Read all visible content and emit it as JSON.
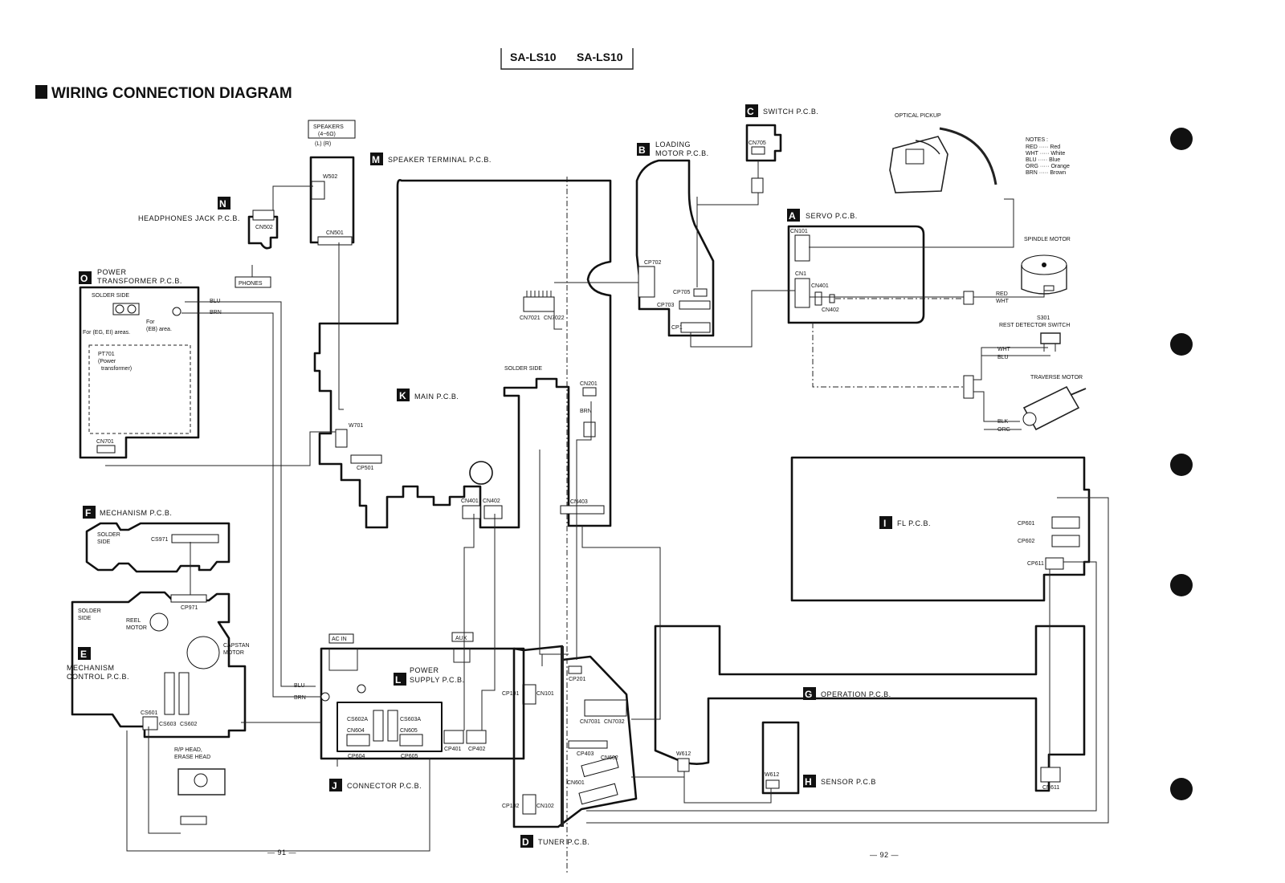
{
  "header": {
    "model_left": "SA-LS10",
    "model_right": "SA-LS10"
  },
  "title": "WIRING CONNECTION DIAGRAM",
  "notes": {
    "heading": "NOTES :",
    "items": [
      "RED ····· Red",
      "WHT ····· White",
      "BLU ····· Blue",
      "ORG ····· Orange",
      "BRN ····· Brown"
    ]
  },
  "boards": {
    "A": {
      "letter": "A",
      "name": "SERVO P.C.B."
    },
    "B": {
      "letter": "B",
      "name": "LOADING",
      "name2": "MOTOR P.C.B."
    },
    "C": {
      "letter": "C",
      "name": "SWITCH P.C.B."
    },
    "D": {
      "letter": "D",
      "name": "TUNER P.C.B."
    },
    "E": {
      "letter": "E",
      "name": "MECHANISM",
      "name2": "CONTROL P.C.B."
    },
    "F": {
      "letter": "F",
      "name": "MECHANISM P.C.B."
    },
    "G": {
      "letter": "G",
      "name": "OPERATION P.C.B."
    },
    "H": {
      "letter": "H",
      "name": "SENSOR P.C.B"
    },
    "I": {
      "letter": "I",
      "name": "FL P.C.B."
    },
    "J": {
      "letter": "J",
      "name": "CONNECTOR P.C.B."
    },
    "K": {
      "letter": "K",
      "name": "MAIN P.C.B."
    },
    "L": {
      "letter": "L",
      "name": "POWER",
      "name2": "SUPPLY P.C.B."
    },
    "M": {
      "letter": "M",
      "name": "SPEAKER TERMINAL P.C.B."
    },
    "N": {
      "letter": "N",
      "name": "HEADPHONES JACK P.C.B."
    },
    "O": {
      "letter": "O",
      "name": "POWER",
      "name2": "TRANSFORMER P.C.B."
    }
  },
  "components": {
    "optical_pickup": "OPTICAL PICKUP",
    "spindle_motor": "SPINDLE MOTOR",
    "rest_switch_ref": "S301",
    "rest_switch": "REST DETECTOR SWITCH",
    "traverse_motor": "TRAVERSE MOTOR",
    "speakers": "SPEAKERS",
    "speakers_imp": "(4~6Ω)",
    "speakers_lr": "(L)    (R)",
    "phones": "PHONES",
    "reel_motor": "REEL",
    "reel_motor2": "MOTOR",
    "capstan_motor": "CAPSTAN",
    "capstan_motor2": "MOTOR",
    "rp_head": "R/P HEAD,",
    "rp_head2": "ERASE HEAD",
    "pt701": "PT701",
    "pt701b": "(Power",
    "pt701c": "transformer)",
    "ac_in": "AC IN",
    "aux": "AUX"
  },
  "side_labels": {
    "solder_side": "SOLDER SIDE",
    "solder": "SOLDER",
    "side": "SIDE",
    "solder_side_main": "SOLDER    SIDE",
    "for_eg_ei": "For (EG, EI) areas.",
    "for_eb": "For",
    "for_eb2": "(EB) area."
  },
  "wire_colors": {
    "blu": "BLU",
    "brn": "BRN",
    "red": "RED",
    "wht": "WHT",
    "blk": "BLK",
    "org": "ORG"
  },
  "connectors": {
    "cn705": "CN705",
    "cp705": "CP705",
    "cp703": "CP703",
    "cp1": "CP1",
    "cp702": "CP702",
    "cn7021": "CN7021",
    "cn7022": "CN7022",
    "cn101": "CN101",
    "cn1": "CN1",
    "cn401": "CN401",
    "cn402": "CN402",
    "w502": "W502",
    "cn501": "CN501",
    "cn502": "CN502",
    "cn701": "CN701",
    "w701": "W701",
    "cp501": "CP501",
    "cn201": "CN201",
    "cn401k": "CN401",
    "cn402k": "CN402",
    "cn403": "CN403",
    "cs971": "CS971",
    "cp971": "CP971",
    "cs601": "CS601",
    "cs603": "CS603",
    "cs602": "CS602",
    "cs602a": "CS602A",
    "cs603a": "CS603A",
    "cn604": "CN604",
    "cn605": "CN605",
    "cp604": "CP604",
    "cp605": "CP605",
    "cp401": "CP401",
    "cp402": "CP402",
    "cp101": "CP101",
    "cn101d": "CN101",
    "cp102": "CP102",
    "cn102": "CN102",
    "cp201": "CP201",
    "cn7031": "CN7031",
    "cn7032": "CN7032",
    "cp403": "CP403",
    "cn602": "CN602",
    "cn601": "CN601",
    "cp601": "CP601",
    "cp602": "CP602",
    "cp611": "CP611",
    "cn611": "CN611",
    "w612g": "W612",
    "w612h": "W612"
  },
  "page_numbers": {
    "left": "— 91 —",
    "right": "— 92 —"
  }
}
